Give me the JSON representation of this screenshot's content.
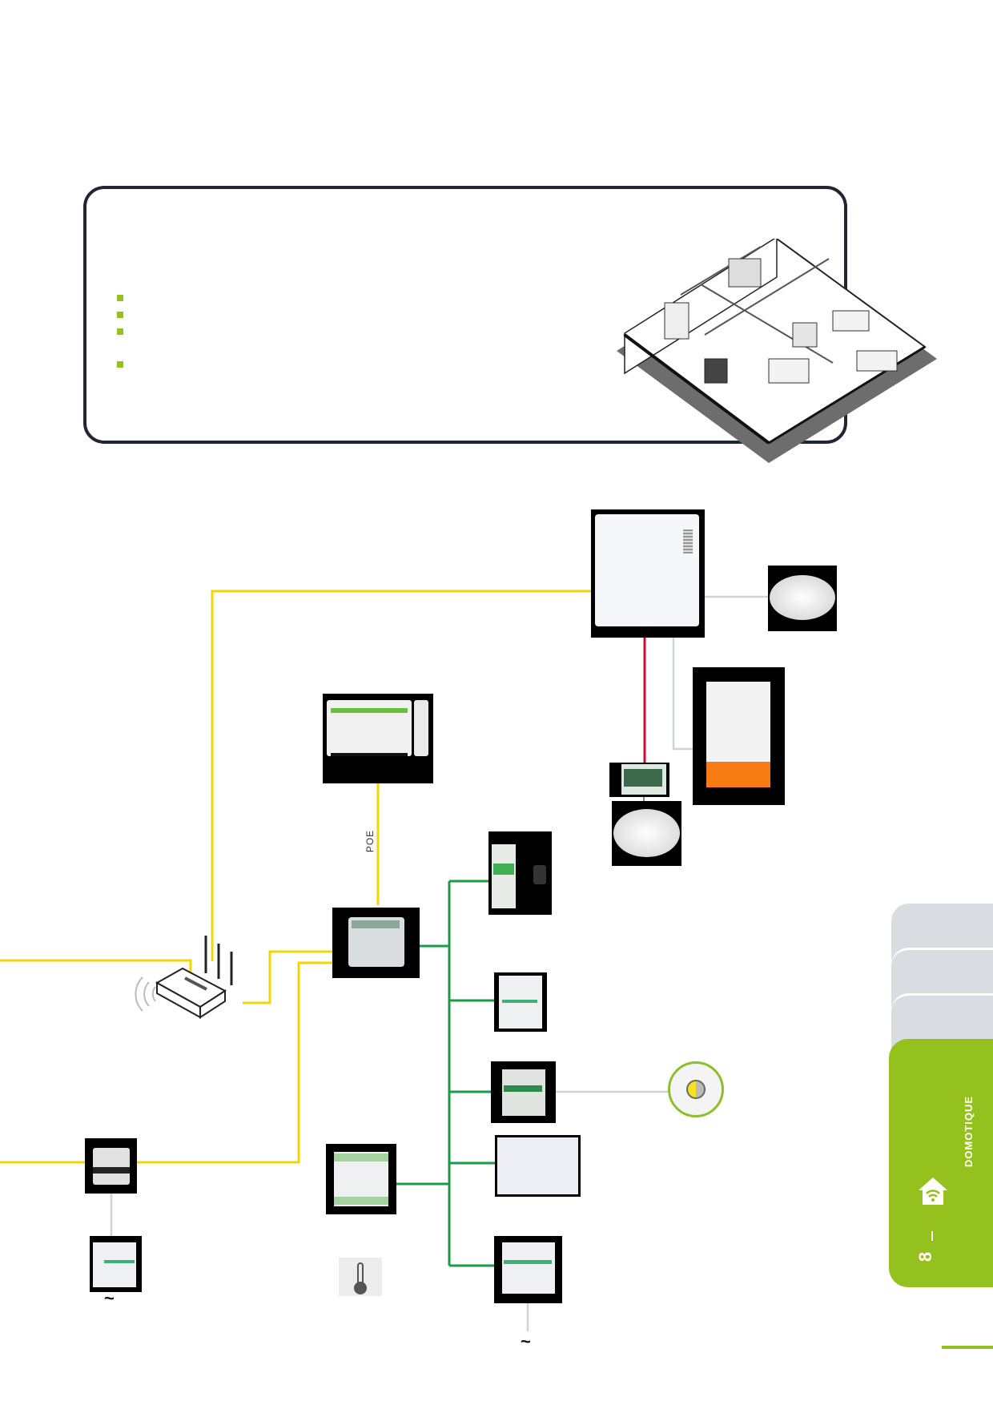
{
  "page": {
    "background": "#ffffff",
    "accent_color": "#95c11f",
    "frame_color": "#222633"
  },
  "intro_box": {
    "bullets": [
      "",
      "",
      "",
      ""
    ],
    "illustration": "isometric-office-floorplan"
  },
  "diagram": {
    "wire_colors": {
      "ethernet": "#f2d600",
      "bus": "#1a9a4a",
      "alarm_bus": "#c8102e",
      "wired_sensor": "#cfd3d8"
    },
    "labels": {
      "poe": "POE",
      "mains_symbol_1": "~",
      "mains_symbol_2": "~"
    },
    "devices": [
      {
        "id": "alarm-control-panel",
        "icon": "alarm-panel-icon"
      },
      {
        "id": "ceiling-detector-top",
        "icon": "ceiling-detector-icon"
      },
      {
        "id": "outdoor-siren",
        "icon": "siren-icon"
      },
      {
        "id": "alarm-expander",
        "icon": "circuit-board-icon"
      },
      {
        "id": "ceiling-detector-bottom",
        "icon": "ceiling-detector-icon"
      },
      {
        "id": "touch-screen",
        "icon": "touchscreen-icon"
      },
      {
        "id": "router",
        "icon": "wifi-router-icon"
      },
      {
        "id": "home-automation-controller",
        "icon": "din-module-icon"
      },
      {
        "id": "energy-meter",
        "icon": "energy-meter-icon"
      },
      {
        "id": "io-module-1",
        "icon": "din-module-icon"
      },
      {
        "id": "dimmer-module",
        "icon": "din-module-icon"
      },
      {
        "id": "wall-keypad",
        "icon": "keypad-icon"
      },
      {
        "id": "io-module-2",
        "icon": "din-module-icon"
      },
      {
        "id": "gateway-left",
        "icon": "din-module-icon"
      },
      {
        "id": "din-meter-left",
        "icon": "din-module-icon"
      },
      {
        "id": "temperature-module",
        "icon": "din-module-icon"
      },
      {
        "id": "thermometer",
        "icon": "thermometer-icon"
      },
      {
        "id": "light-sensor",
        "icon": "light-level-icon"
      }
    ]
  },
  "side_tabs": {
    "inactive_count": 3,
    "active": {
      "number": "8",
      "icon": "smart-home-icon",
      "label": "DOMOTIQUE"
    }
  }
}
